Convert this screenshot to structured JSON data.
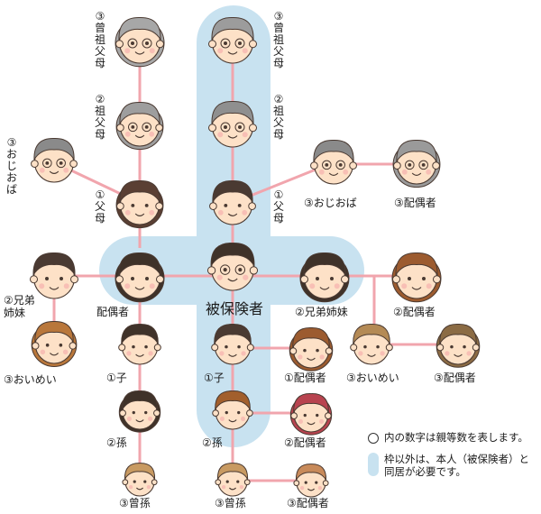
{
  "colors": {
    "highlight": "#c8e2f0",
    "line": "#f1a5ad",
    "skin": "#fde1c7",
    "outline": "#4a3a32"
  },
  "labels": {
    "insured": "被保険者",
    "lineage": [
      {
        "id": "great-grandparents-left",
        "text": "③曾祖父母"
      },
      {
        "id": "grandparents-left",
        "text": "②祖父母"
      },
      {
        "id": "parents-left",
        "text": "①父母"
      },
      {
        "id": "uncle-aunt-left",
        "text": "③おじおば"
      },
      {
        "id": "great-grandparents-right",
        "text": "③曾祖父母"
      },
      {
        "id": "grandparents-right",
        "text": "②祖父母"
      },
      {
        "id": "parents-right",
        "text": "①父母"
      },
      {
        "id": "siblings-left",
        "text": "②兄弟姉妹"
      }
    ],
    "horizontal": [
      {
        "id": "uncle-aunt-right",
        "text": "③おじおば"
      },
      {
        "id": "uncle-aunt-spouse",
        "text": "③配偶者"
      },
      {
        "id": "spouse",
        "text": "配偶者"
      },
      {
        "id": "siblings-right",
        "text": "②兄弟姉妹"
      },
      {
        "id": "siblings-spouse",
        "text": "②配偶者"
      },
      {
        "id": "nephew-niece-left",
        "text": "③おいめい"
      },
      {
        "id": "child-left",
        "text": "①子"
      },
      {
        "id": "grandchild-left",
        "text": "②孫"
      },
      {
        "id": "great-grandchild-left",
        "text": "③曾孫"
      },
      {
        "id": "child-center",
        "text": "①子"
      },
      {
        "id": "child-spouse",
        "text": "①配偶者"
      },
      {
        "id": "nephew-niece-right",
        "text": "③おいめい"
      },
      {
        "id": "nephew-niece-spouse",
        "text": "③配偶者"
      },
      {
        "id": "grandchild-center",
        "text": "②孫"
      },
      {
        "id": "grandchild-spouse",
        "text": "②配偶者"
      },
      {
        "id": "great-grandchild-center",
        "text": "③曾孫"
      },
      {
        "id": "great-grandchild-spouse",
        "text": "③配偶者"
      }
    ]
  },
  "legend": {
    "circle_text": "内の数字は親等数を表します。",
    "band_text": "枠以外は、本人（被保険者）と同居が必要です。"
  }
}
